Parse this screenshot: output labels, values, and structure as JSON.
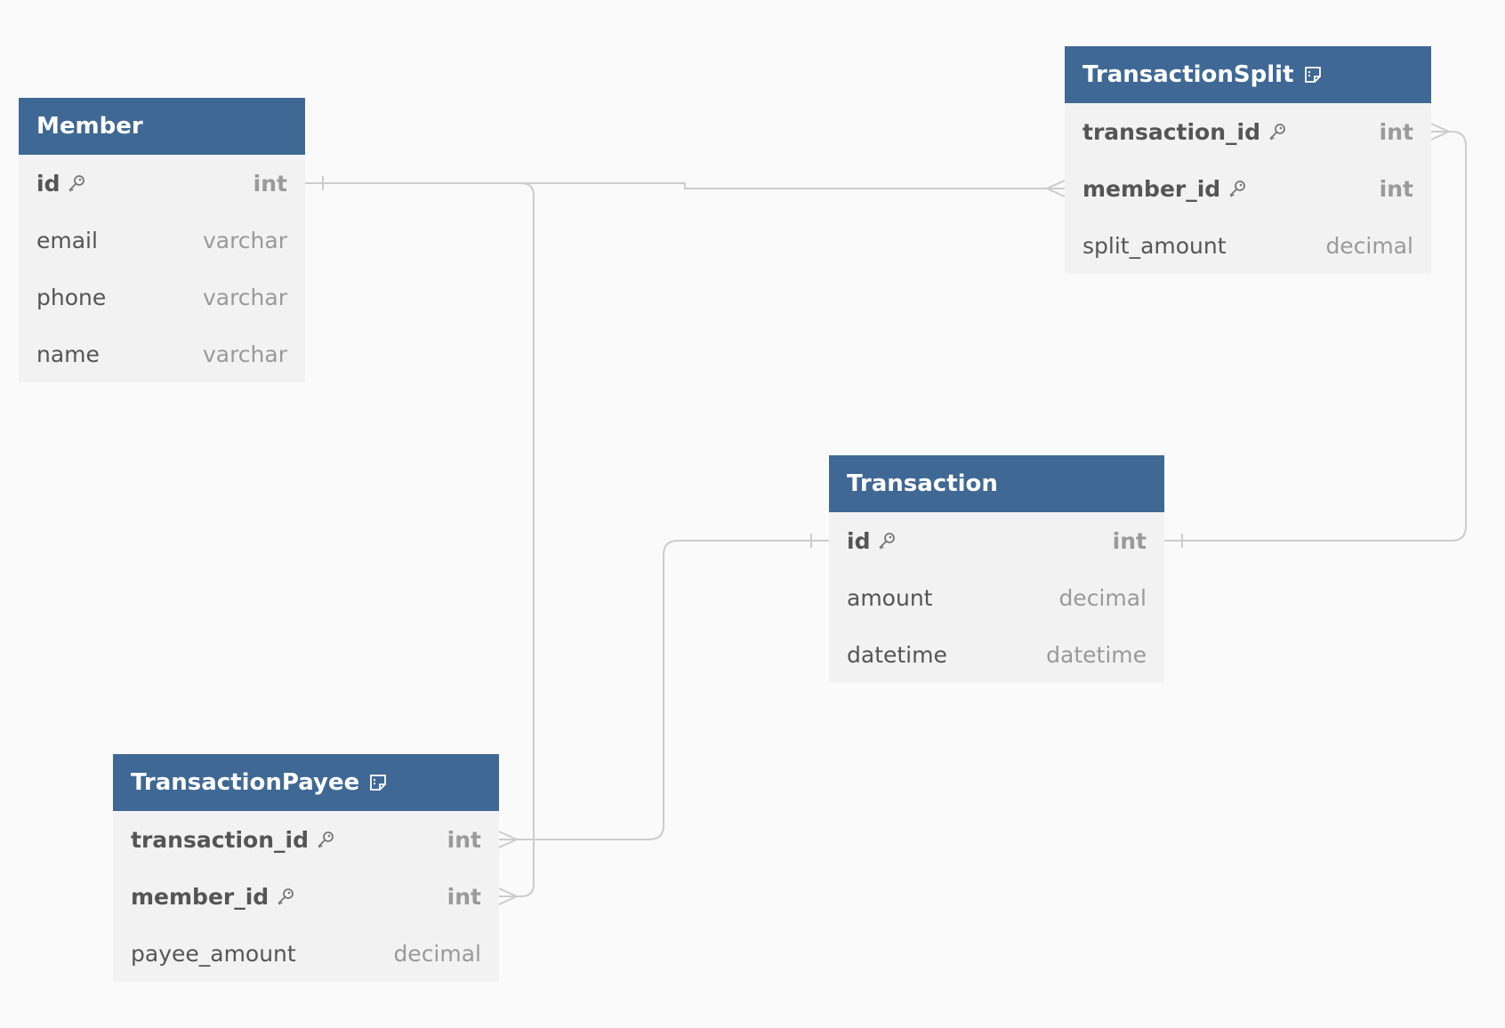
{
  "diagram": {
    "colors": {
      "background": "#fafafa",
      "header": "#3f6894",
      "header_text": "#ffffff",
      "row_background": "#f2f2f2",
      "field_text": "#555555",
      "type_text": "#9a9a9a",
      "connector": "#cccccc"
    },
    "tables": [
      {
        "id": "member",
        "name": "Member",
        "has_note": false,
        "fields": [
          {
            "name": "id",
            "type": "int",
            "pk": true
          },
          {
            "name": "email",
            "type": "varchar",
            "pk": false
          },
          {
            "name": "phone",
            "type": "varchar",
            "pk": false
          },
          {
            "name": "name",
            "type": "varchar",
            "pk": false
          }
        ]
      },
      {
        "id": "transactionsplit",
        "name": "TransactionSplit",
        "has_note": true,
        "fields": [
          {
            "name": "transaction_id",
            "type": "int",
            "pk": true
          },
          {
            "name": "member_id",
            "type": "int",
            "pk": true
          },
          {
            "name": "split_amount",
            "type": "decimal",
            "pk": false
          }
        ]
      },
      {
        "id": "transaction",
        "name": "Transaction",
        "has_note": false,
        "fields": [
          {
            "name": "id",
            "type": "int",
            "pk": true
          },
          {
            "name": "amount",
            "type": "decimal",
            "pk": false
          },
          {
            "name": "datetime",
            "type": "datetime",
            "pk": false
          }
        ]
      },
      {
        "id": "transactionpayee",
        "name": "TransactionPayee",
        "has_note": true,
        "fields": [
          {
            "name": "transaction_id",
            "type": "int",
            "pk": true
          },
          {
            "name": "member_id",
            "type": "int",
            "pk": true
          },
          {
            "name": "payee_amount",
            "type": "decimal",
            "pk": false
          }
        ]
      }
    ],
    "relationships": [
      {
        "from_table": "member",
        "from_field": "id",
        "from_cardinality": "one",
        "to_table": "transactionsplit",
        "to_field": "member_id",
        "to_cardinality": "many"
      },
      {
        "from_table": "member",
        "from_field": "id",
        "from_cardinality": "one",
        "to_table": "transactionpayee",
        "to_field": "member_id",
        "to_cardinality": "many"
      },
      {
        "from_table": "transaction",
        "from_field": "id",
        "from_cardinality": "one",
        "to_table": "transactionpayee",
        "to_field": "transaction_id",
        "to_cardinality": "many"
      },
      {
        "from_table": "transaction",
        "from_field": "id",
        "from_cardinality": "one",
        "to_table": "transactionsplit",
        "to_field": "transaction_id",
        "to_cardinality": "many"
      }
    ]
  }
}
